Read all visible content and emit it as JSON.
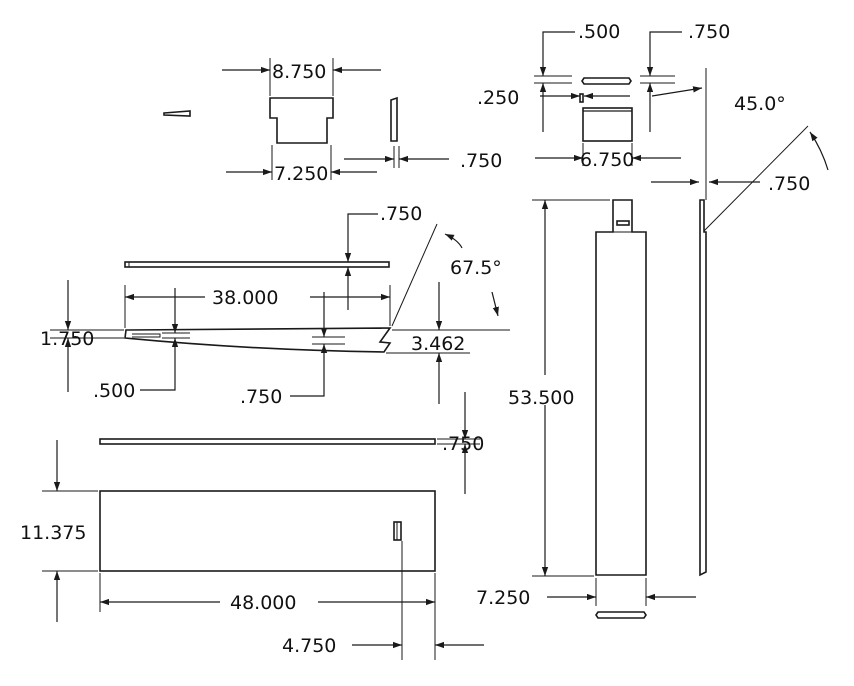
{
  "drawing": {
    "ink_color": "#1a1a1a",
    "background": "#ffffff",
    "dimensions": {
      "top_width": "8.750",
      "top_base_width": "7.250",
      "top_side_thickness": ".750",
      "hinge_width": ".500",
      "hinge_gap": ".750",
      "hinge_thickness": ".250",
      "hinge_block_width": "6.750",
      "bevel_angle": "45.0°",
      "bevel_size": ".750",
      "rail_thickness": ".750",
      "rail_length": "38.000",
      "rail_angle": "67.5°",
      "rail_height": "1.750",
      "rail_end_height": "3.462",
      "rail_slot_a": ".500",
      "rail_slot_b": ".750",
      "panel_top_thickness": ".750",
      "panel_height": "11.375",
      "panel_width": "48.000",
      "panel_slot_offset": "4.750",
      "leg_length": "53.500",
      "leg_width": "7.250"
    }
  }
}
